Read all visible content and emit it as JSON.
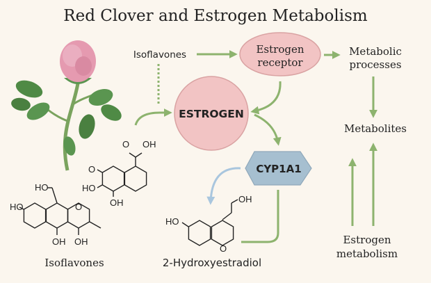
{
  "title": "Red Clover and Estrogen Metabolism",
  "nodes": {
    "isoflavones_top": "Isoflavones",
    "estrogen_receptor_line1": "Estrogen",
    "estrogen_receptor_line2": "receptor",
    "metabolic_line1": "Metabolic",
    "metabolic_line2": "processes",
    "estrogen": "ESTROGEN",
    "metabolites": "Metabolites",
    "cyp1a1": "CYP1A1",
    "hydroxyestradiol": "2-Hydroxyestradiol",
    "isoflavones_bottom": "Isoflavones",
    "estrogen_metabolism_line1": "Estrogen",
    "estrogen_metabolism_line2": "metabolism"
  },
  "chem_labels": {
    "iso_ho_ch2": "HO",
    "iso_ho_left": "HO",
    "iso_o_ring": "O",
    "iso_oh_1": "OH",
    "iso_oh_2": "OH",
    "naph_o_top": "O",
    "naph_oh_top": "OH",
    "naph_o_left": "O",
    "naph_ho": "HO",
    "naph_oh_bottom": "OH",
    "hyd_oh": "OH",
    "hyd_ho": "HO",
    "hyd_o": "O"
  },
  "colors": {
    "background": "#fbf6ee",
    "arrow_green": "#8db36e",
    "estrogen_pink": "#f2c4c4",
    "cyp_blue": "#a6bfd0",
    "arrow_blue": "#a9c6de"
  }
}
